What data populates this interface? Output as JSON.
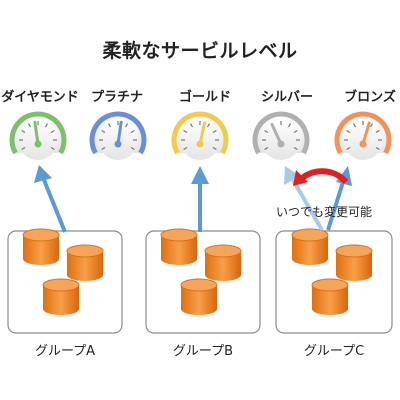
{
  "title": "柔軟なサービルレベル",
  "service_levels": [
    {
      "label": "ダイヤモンド",
      "color": "#7cc06a",
      "icon": "gauge-icon"
    },
    {
      "label": "プラチナ",
      "color": "#6a8fd4",
      "icon": "gauge-icon"
    },
    {
      "label": "ゴールド",
      "color": "#f2c94c",
      "icon": "gauge-icon"
    },
    {
      "label": "シルバー",
      "color": "#b0b0b0",
      "icon": "gauge-icon"
    },
    {
      "label": "ブロンズ",
      "color": "#f0925a",
      "icon": "gauge-icon"
    }
  ],
  "groups": [
    {
      "label": "グループA"
    },
    {
      "label": "グループB"
    },
    {
      "label": "グループC"
    }
  ],
  "change_note": "いつでも変更可能",
  "colors": {
    "arrow_blue": "#5b9bd5",
    "arrow_light_blue": "#a9c8ee",
    "arrow_red": "#e02020",
    "storage_orange": "#f08a1e",
    "group_border": "#8c8c8c"
  }
}
